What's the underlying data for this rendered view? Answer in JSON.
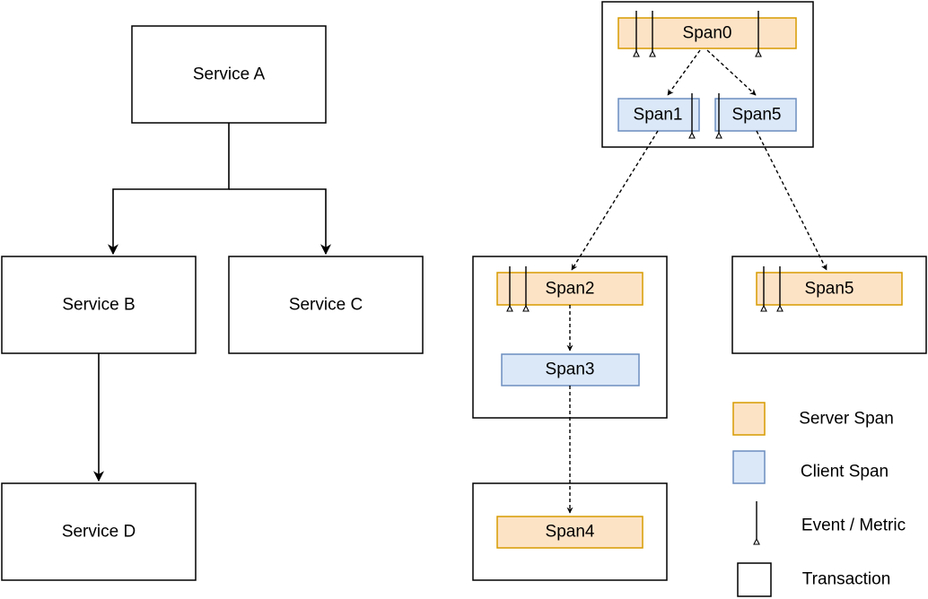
{
  "services": {
    "a": "Service A",
    "b": "Service B",
    "c": "Service C",
    "d": "Service D"
  },
  "spans": {
    "span0": "Span0",
    "span1": "Span1",
    "span5_client": "Span5",
    "span2": "Span2",
    "span3": "Span3",
    "span4": "Span4",
    "span5_server": "Span5"
  },
  "legend": {
    "server_span": "Server Span",
    "client_span": "Client Span",
    "event_metric": "Event / Metric",
    "transaction": "Transaction"
  },
  "colors": {
    "server_fill": "#fde3c6",
    "server_stroke": "#d79b00",
    "client_fill": "#dbe8f8",
    "client_stroke": "#6c8ebf"
  }
}
